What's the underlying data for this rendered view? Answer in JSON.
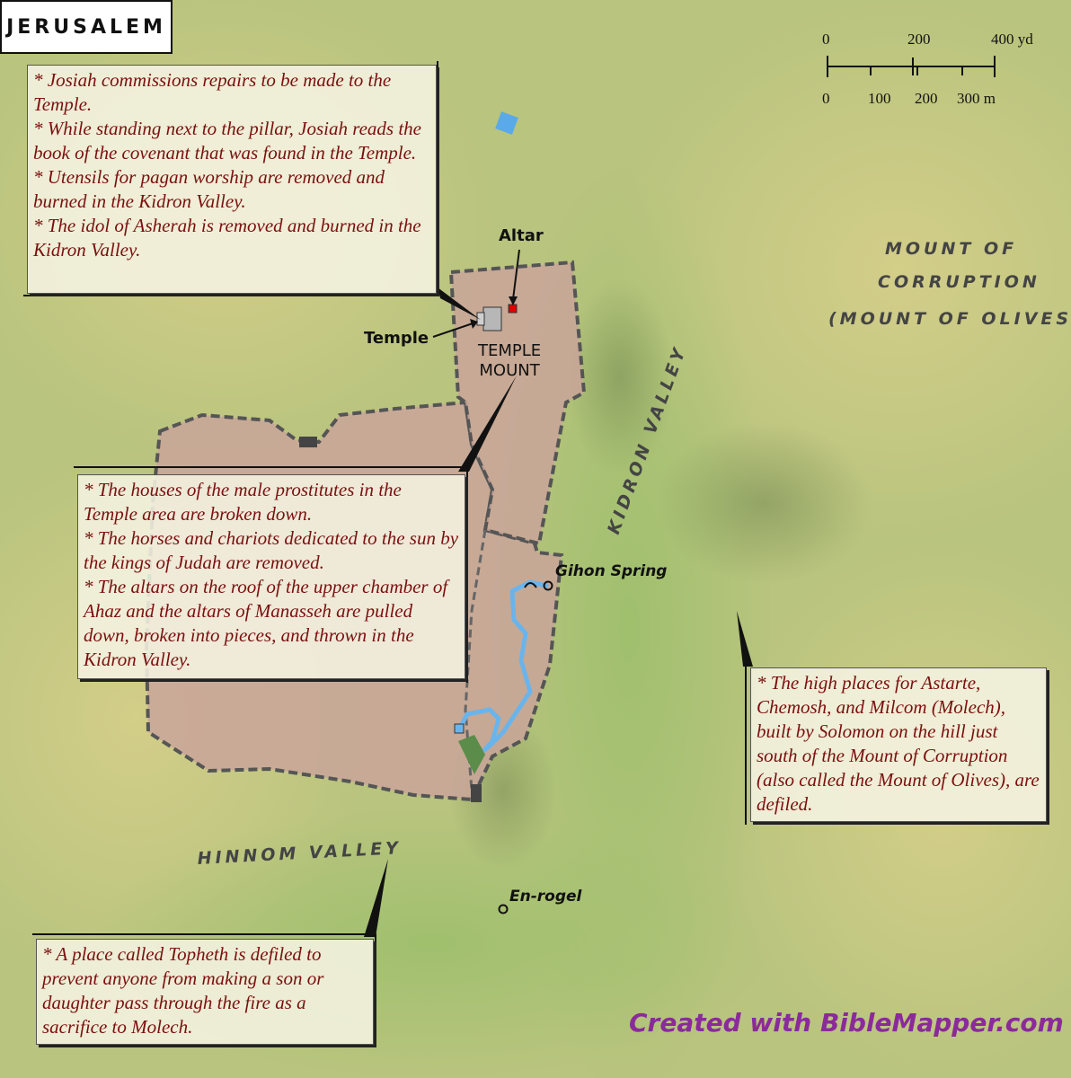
{
  "title": "JERUSALEM",
  "scale": {
    "yd_labels": [
      "0",
      "200",
      "400 yd"
    ],
    "m_labels": [
      "0",
      "100",
      "200",
      "300 m"
    ]
  },
  "places": {
    "altar": "Altar",
    "temple": "Temple",
    "temple_mount": [
      "TEMPLE",
      "MOUNT"
    ],
    "gihon": "Gihon Spring",
    "en_rogel": "En-rogel"
  },
  "regions": {
    "mount_of_corruption": [
      "MOUNT OF",
      "CORRUPTION",
      "(MOUNT OF OLIVES)"
    ],
    "kidron": "KIDRON VALLEY",
    "hinnom": "HINNOM VALLEY"
  },
  "notes": {
    "temple": [
      "* Josiah commissions repairs to be made to the Temple.",
      "* While standing next to the pillar, Josiah reads the book of the covenant that was found in the Temple.",
      "* Utensils for pagan worship are removed and burned in the Kidron Valley.",
      "* The idol of Asherah is removed and burned in the Kidron Valley."
    ],
    "city": [
      "* The houses of the male prostitutes in the Temple area are broken down.",
      "* The horses and chariots dedicated to the sun by the kings of Judah are removed.",
      "* The altars on the roof of the upper chamber of Ahaz and the altars of Manasseh are pulled down, broken into pieces, and thrown in the Kidron Valley."
    ],
    "olives": [
      "* The high places for Astarte, Chemosh, and Milcom (Molech), built by Solomon on the hill just south of the Mount of Corruption (also called the Mount of Olives), are defiled."
    ],
    "hinnom": [
      "* A place called Topheth is defiled to prevent anyone from making a son or daughter pass through the fire as a sacrifice to Molech."
    ]
  },
  "credit": "Created with BibleMapper.com",
  "colors": {
    "city_fill": "#c9a49a",
    "wall": "#555555",
    "note_text": "#7a1010",
    "water": "#6ab4ec",
    "credit": "#8b2a9a"
  }
}
